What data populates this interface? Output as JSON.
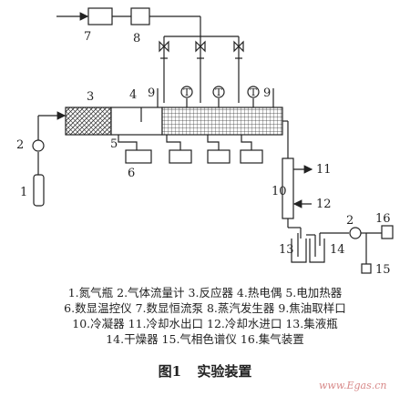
{
  "labels": {
    "n1": "1",
    "n2": "2",
    "n3": "3",
    "n4": "4",
    "n5": "5",
    "n6": "6",
    "n7": "7",
    "n8": "8",
    "n9a": "9",
    "n9b": "9",
    "n10": "10",
    "n11": "11",
    "n12": "12",
    "n13": "13",
    "n14": "14",
    "n15": "15",
    "n16": "16",
    "n2b": "2"
  },
  "thermocouple_symbol": "T",
  "legend_lines": [
    "1.氮气瓶 2.气体流量计 3.反应器 4.热电偶 5.电加热器",
    "6.数显温控仪 7.数显恒流泵 8.蒸汽发生器 9.焦油取样口",
    "10.冷凝器 11.冷却水出口 12.冷却水进口 13.集液瓶",
    "14.干燥器 15.气相色谱仪 16.集气装置"
  ],
  "caption": {
    "figure_no": "图1",
    "title": "实验装置"
  },
  "watermark": "www.Egas.cn"
}
